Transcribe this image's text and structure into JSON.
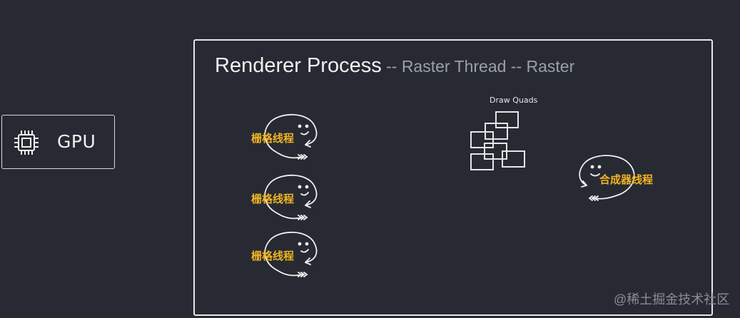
{
  "gpu": {
    "label": "GPU",
    "icon": "cpu-chip-icon"
  },
  "process": {
    "title": "Renderer Process",
    "subtitle_1": " -- Raster Thread",
    "subtitle_2": " -- Raster"
  },
  "raster_threads": [
    {
      "label": "栅格线程",
      "icon": "smiley-thread-icon"
    },
    {
      "label": "栅格线程",
      "icon": "smiley-thread-icon"
    },
    {
      "label": "栅格线程",
      "icon": "smiley-thread-icon"
    }
  ],
  "draw_quads": {
    "label": "Draw Quads",
    "icon": "overlapping-quads-icon"
  },
  "compositor_thread": {
    "label": "合成器线程",
    "icon": "smiley-thread-icon"
  },
  "watermark": "@稀土掘金技术社区",
  "colors": {
    "background": "#272a32",
    "label_accent": "#f0b323",
    "line": "#e6e6e6"
  }
}
